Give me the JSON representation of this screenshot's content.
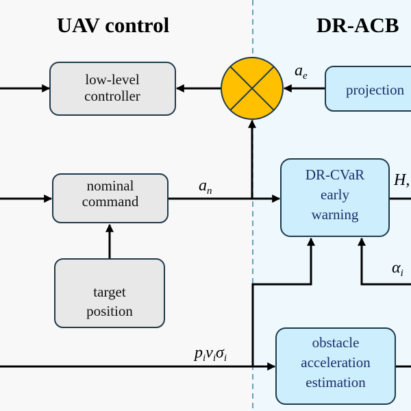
{
  "sections": {
    "left_title": "UAV control",
    "right_title": "DR-ACB"
  },
  "blocks": {
    "low_level_controller": [
      "low-level",
      "controller"
    ],
    "nominal_command": [
      "nominal",
      "command"
    ],
    "target_position": [
      "target",
      "position"
    ],
    "projection": [
      "projection"
    ],
    "dr_cvar": [
      "DR-CVaR",
      "early",
      "warning"
    ],
    "obstacle_estimation": [
      "obstacle",
      "acceleration",
      "estimation"
    ]
  },
  "signals": {
    "a_e": {
      "base": "a",
      "sub": "e"
    },
    "a_n": {
      "base": "a",
      "sub": "n"
    },
    "H": "H,",
    "alpha_i": {
      "base": "α",
      "sub": "i"
    },
    "p_v_sigma": {
      "p": "p",
      "v": "v",
      "s": "σ",
      "sub": "i"
    }
  },
  "colors": {
    "left_bg": "#f8f8f8",
    "right_bg": "#eef8fd",
    "divider": "#3a82a6",
    "gray_block": "#e8e8e8",
    "blue_block": "#cdeefc",
    "summing_junction": "#ffc000"
  }
}
